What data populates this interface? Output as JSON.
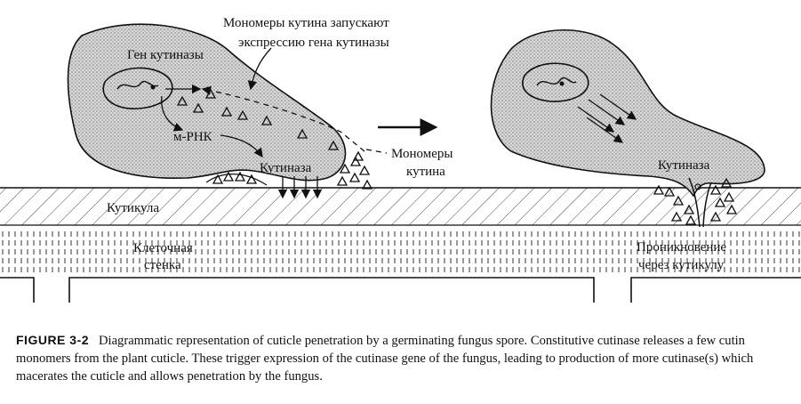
{
  "diagram": {
    "labels": {
      "cutin_monomers_trigger_line1": "Мономеры кутина запускают",
      "cutin_monomers_trigger_line2": "экспрессию гена кутиназы",
      "cutinase_gene": "Ген кутиназы",
      "mrna": "м-РНК",
      "cutinase_left": "Кутиназа",
      "cutin_monomers_line1": "Мономеры",
      "cutin_monomers_line2": "кутина",
      "cuticle": "Кутикула",
      "cell_wall_line1": "Клеточная",
      "cell_wall_line2": "стенка",
      "cutinase_right": "Кутиназа",
      "penetration_line1": "Проникновение",
      "penetration_line2": "через кутикулу"
    }
  },
  "caption": {
    "figure_label": "FIGURE 3-2",
    "text": "Diagrammatic representation of cuticle penetration by a germinating fungus spore. Constitutive cutinase releases a few cutin monomers from the plant cuticle. These trigger expression of the cutinase gene of the fungus, leading to production of more cutinase(s) which macerates the cuticle and allows penetration by the fungus."
  }
}
